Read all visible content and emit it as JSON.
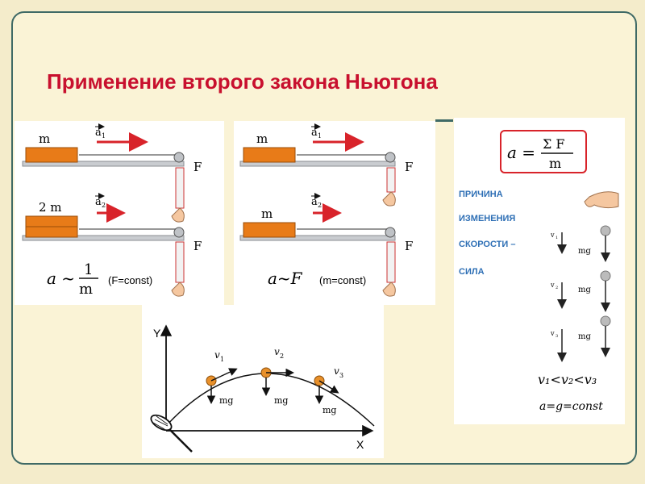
{
  "slide": {
    "title": "Применение второго закона Ньютона"
  },
  "panel_mass": {
    "top_mass": "m",
    "top_accel": "a",
    "top_accel_sub": "1",
    "bottom_mass": "2 m",
    "bottom_accel": "a",
    "bottom_accel_sub": "2",
    "force_top": "F",
    "force_bottom": "F",
    "formula_lhs": "a ~",
    "formula_num": "1",
    "formula_den": "m",
    "condition": "(F=const)"
  },
  "panel_force": {
    "top_mass": "m",
    "top_accel": "a",
    "top_accel_sub": "1",
    "bottom_mass": "m",
    "bottom_accel": "a",
    "bottom_accel_sub": "2",
    "force_top": "F",
    "force_bottom": "F",
    "formula": "a~F",
    "condition": "(m=const)"
  },
  "panel_fall": {
    "formula_lhs": "a =",
    "formula_num": "Σ F",
    "formula_den": "m",
    "text_line1": "ПРИЧИНА",
    "text_line2": "ИЗМЕНЕНИЯ",
    "text_line3": "СКОРОСТИ –",
    "text_line4": "СИЛА",
    "v1": "v",
    "v1_sub": "1",
    "v2": "v",
    "v2_sub": "2",
    "v3": "v",
    "v3_sub": "3",
    "mg1": "mg",
    "mg2": "mg",
    "mg3": "mg",
    "inequality": "v₁<v₂<v₃",
    "const": "a=g=const"
  },
  "panel_trajectory": {
    "axis_y": "Y",
    "axis_x": "X",
    "v1": "v",
    "v1_sub": "1",
    "v2": "v",
    "v2_sub": "2",
    "v3": "v",
    "v3_sub": "3",
    "mg1": "mg",
    "mg2": "mg",
    "mg3": "mg"
  },
  "colors": {
    "title": "#c8102e",
    "frame": "#3f6a66",
    "block": "#e87b18",
    "arrow": "#d8232a",
    "ball": "#e8902a",
    "blue_text": "#2e6fb5"
  }
}
